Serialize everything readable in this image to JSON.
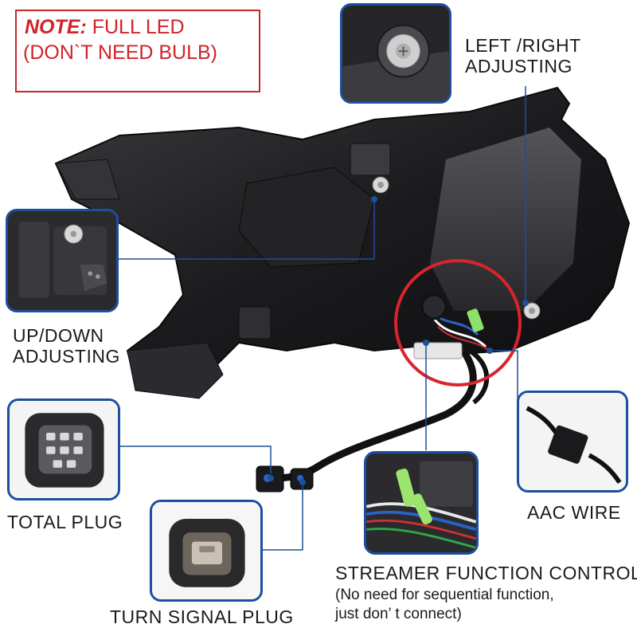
{
  "note": {
    "prefix": "NOTE:",
    "text": " FULL LED",
    "line2": "(DON`T NEED BULB)"
  },
  "callouts": {
    "left_right": [
      "LEFT /RIGHT",
      "ADJUSTING"
    ],
    "up_down": [
      "UP/DOWN",
      "ADJUSTING"
    ],
    "total_plug": "TOTAL PLUG",
    "turn_signal_plug": "TURN SIGNAL PLUG",
    "aac_wire": "AAC WIRE",
    "streamer": "STREAMER FUNCTION CONTROL",
    "streamer_note": [
      "(No need for sequential function,",
      "just don’  t connect)"
    ]
  },
  "colors": {
    "accent_blue": "#1d4f9c",
    "note_red": "#c8262b",
    "highlight_circle": "#d8242c",
    "housing": "#1c1c1e"
  },
  "icons": [
    "adjuster-screw-icon",
    "connector-plug-icon",
    "wire-loom-icon"
  ]
}
